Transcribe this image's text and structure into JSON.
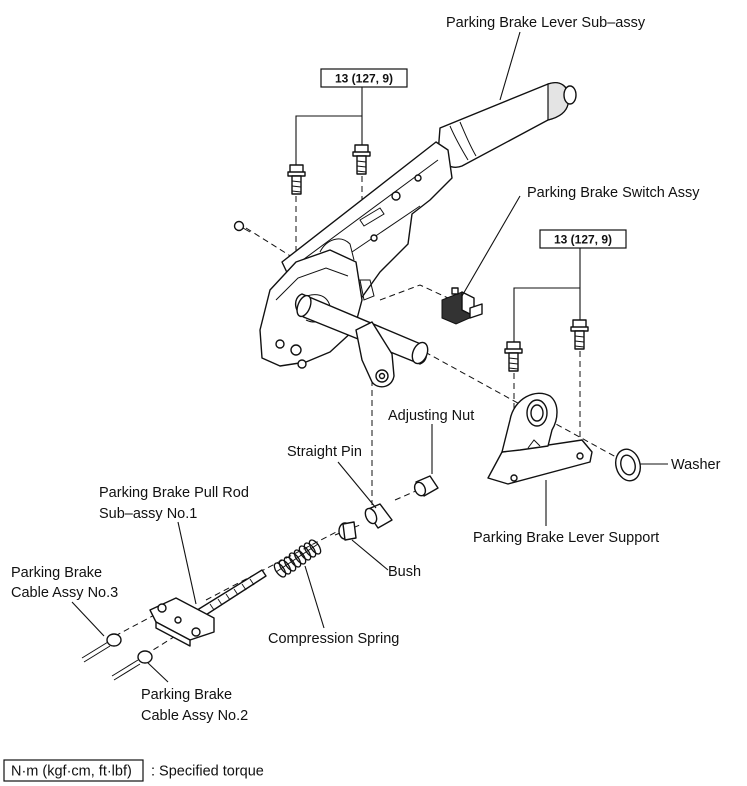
{
  "labels": {
    "lever_subassy": "Parking Brake Lever Sub–assy",
    "switch_assy": "Parking Brake Switch Assy",
    "adjusting_nut": "Adjusting Nut",
    "straight_pin": "Straight Pin",
    "pull_rod_line1": "Parking Brake Pull Rod",
    "pull_rod_line2": "Sub–assy No.1",
    "washer": "Washer",
    "lever_support": "Parking Brake Lever Support",
    "bush": "Bush",
    "cable3_line1": "Parking Brake",
    "cable3_line2": "Cable Assy No.3",
    "compression_spring": "Compression Spring",
    "cable2_line1": "Parking Brake",
    "cable2_line2": "Cable Assy No.2"
  },
  "torque": {
    "left": "13 (127, 9)",
    "right": "13 (127, 9)"
  },
  "legend": {
    "unit_box": "N·m (kgf·cm, ft·lbf)",
    "description": ": Specified torque"
  }
}
